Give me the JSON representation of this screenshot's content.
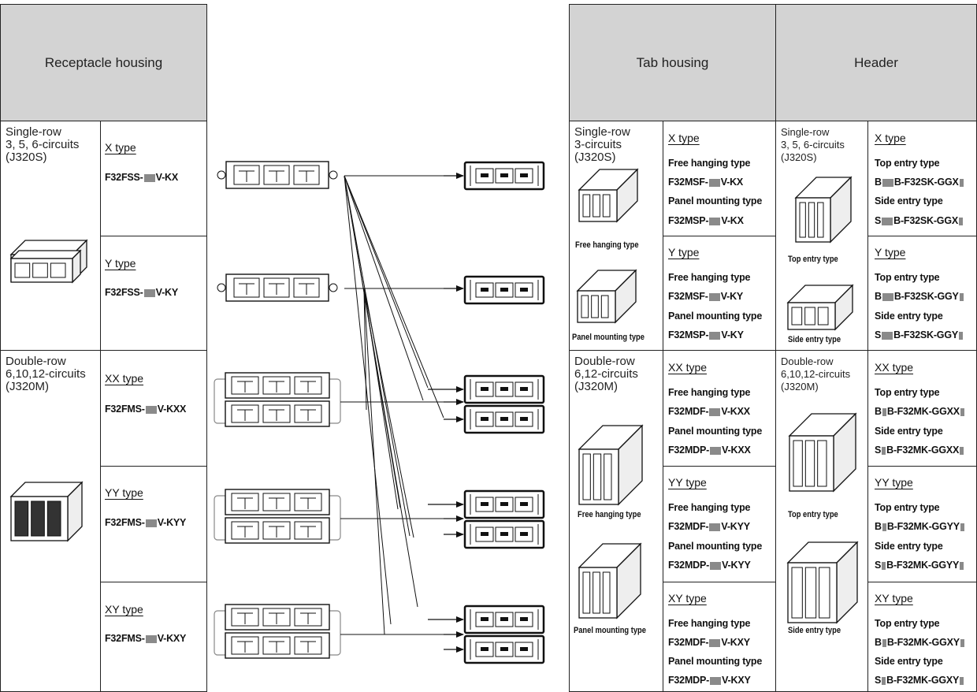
{
  "headers": {
    "receptacle": "Receptacle housing",
    "tab": "Tab housing",
    "header": "Header"
  },
  "receptacle": {
    "single_row": "Single-row\n3, 5, 6-circuits\n(J320S)",
    "double_row": "Double-row\n6,10,12-circuits\n(J320M)",
    "types": [
      {
        "label": "X type",
        "part": [
          "F32FSS-",
          "V-KX"
        ]
      },
      {
        "label": "Y type",
        "part": [
          "F32FSS-",
          "V-KY"
        ]
      },
      {
        "label": "XX type",
        "part": [
          "F32FMS-",
          "V-KXX"
        ]
      },
      {
        "label": "YY type",
        "part": [
          "F32FMS-",
          "V-KYY"
        ]
      },
      {
        "label": "XY type",
        "part": [
          "F32FMS-",
          "V-KXY"
        ]
      }
    ]
  },
  "tab_housing": {
    "single_row": "Single-row\n3-circuits\n(J320S)",
    "double_row": "Double-row\n6,12-circuits\n(J320M)",
    "captions": {
      "free_hanging_1": "Free hanging type",
      "panel_mounting_1": "Panel mounting type",
      "free_hanging_2": "Free hanging type",
      "panel_mounting_2": "Panel mounting type"
    },
    "types": [
      {
        "label": "X type",
        "free_label": "Free hanging type",
        "free_part": [
          "F32MSF-",
          "V-KX"
        ],
        "panel_label": "Panel mounting type",
        "panel_part": [
          "F32MSP-",
          "V-KX"
        ]
      },
      {
        "label": "Y type",
        "free_label": "Free hanging type",
        "free_part": [
          "F32MSF-",
          "V-KY"
        ],
        "panel_label": "Panel mounting type",
        "panel_part": [
          "F32MSP-",
          "V-KY"
        ]
      },
      {
        "label": "XX type",
        "free_label": "Free hanging type",
        "free_part": [
          "F32MDF-",
          "V-KXX"
        ],
        "panel_label": "Panel mounting type",
        "panel_part": [
          "F32MDP-",
          "V-KXX"
        ]
      },
      {
        "label": "YY type",
        "free_label": "Free hanging type",
        "free_part": [
          "F32MDF-",
          "V-KYY"
        ],
        "panel_label": "Panel mounting type",
        "panel_part": [
          "F32MDP-",
          "V-KYY"
        ]
      },
      {
        "label": "XY type",
        "free_label": "Free hanging type",
        "free_part": [
          "F32MDF-",
          "V-KXY"
        ],
        "panel_label": "Panel mounting type",
        "panel_part": [
          "F32MDP-",
          "V-KXY"
        ]
      }
    ]
  },
  "header_section": {
    "single_row": "Single-row\n3, 5, 6-circuits\n(J320S)",
    "double_row": "Double-row\n6,10,12-circuits\n(J320M)",
    "captions": {
      "top_entry_1": "Top entry type",
      "side_entry_1": "Side entry type",
      "top_entry_2": "Top entry type",
      "side_entry_2": "Side entry type"
    },
    "types": [
      {
        "label": "X type",
        "top_label": "Top entry type",
        "top_part": [
          "B",
          "B-F32SK-GGX"
        ],
        "side_label": "Side entry type",
        "side_part": [
          "S",
          "B-F32SK-GGX"
        ]
      },
      {
        "label": "Y type",
        "top_label": "Top entry type",
        "top_part": [
          "B",
          "B-F32SK-GGY"
        ],
        "side_label": "Side entry type",
        "side_part": [
          "S",
          "B-F32SK-GGY"
        ]
      },
      {
        "label": "XX type",
        "top_label": "Top entry type",
        "top_part": [
          "B",
          "B-F32MK-GGXX"
        ],
        "side_label": "Side entry type",
        "side_part": [
          "S",
          "B-F32MK-GGXX"
        ]
      },
      {
        "label": "YY type",
        "top_label": "Top entry type",
        "top_part": [
          "B",
          "B-F32MK-GGYY"
        ],
        "side_label": "Side entry type",
        "side_part": [
          "S",
          "B-F32MK-GGYY"
        ]
      },
      {
        "label": "XY type",
        "top_label": "Top entry type",
        "top_part": [
          "B",
          "B-F32MK-GGXY"
        ],
        "side_label": "Side entry type",
        "side_part": [
          "S",
          "B-F32MK-GGXY"
        ]
      }
    ]
  }
}
